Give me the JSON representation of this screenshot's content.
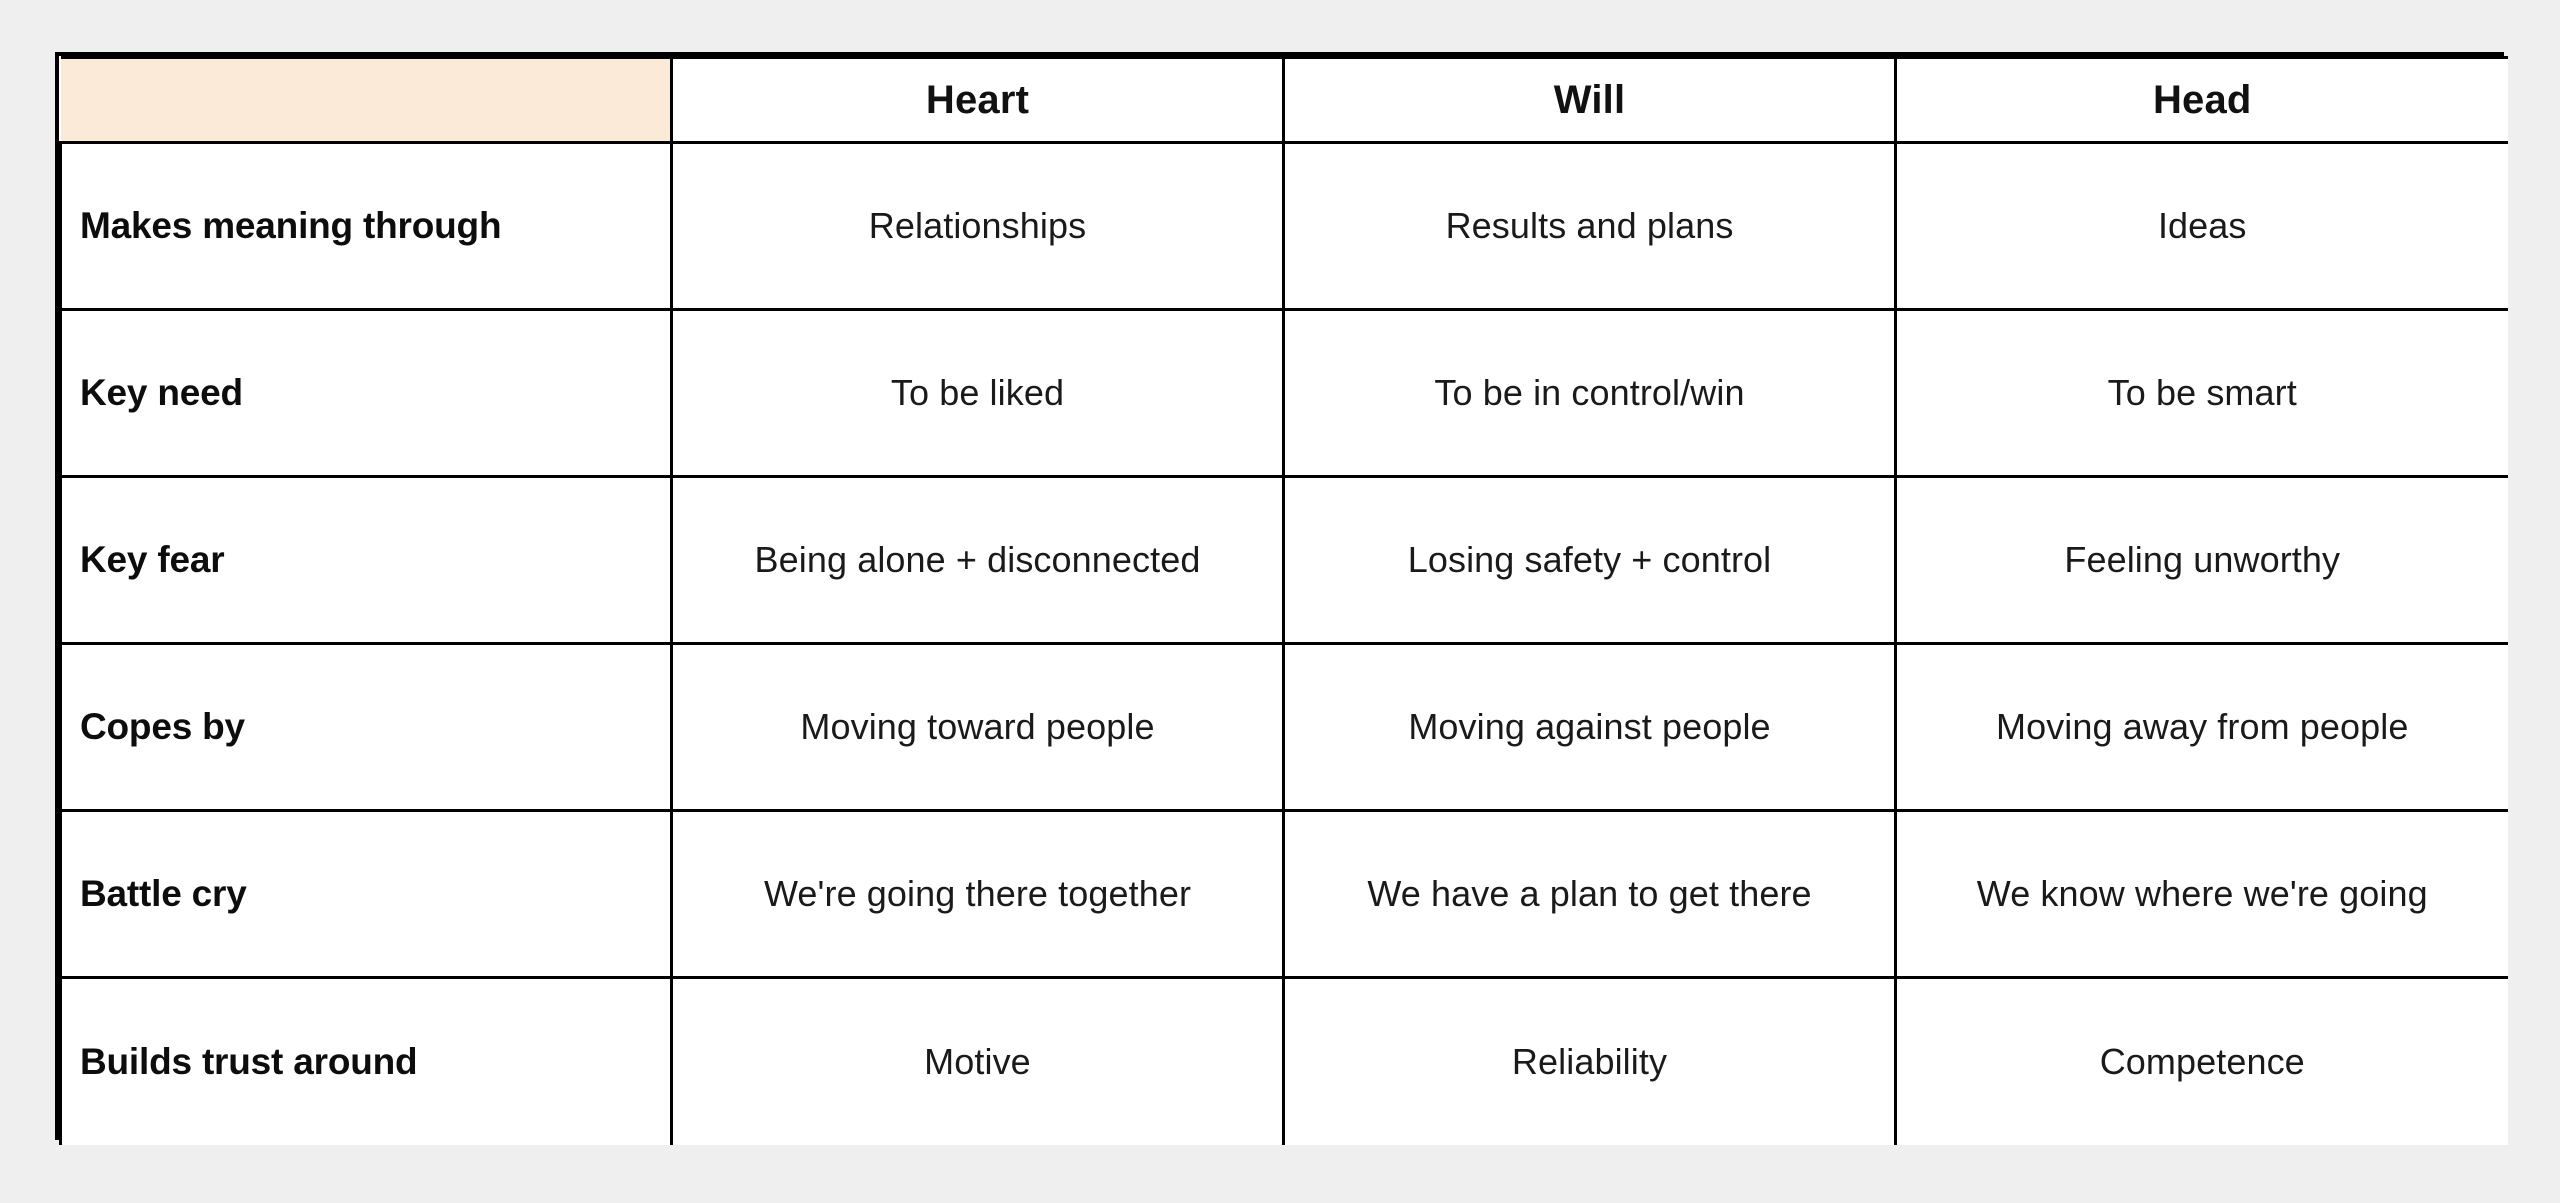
{
  "theme": {
    "page_background": "#efefef",
    "table_background": "#ffffff",
    "header_background": "#fbead7",
    "border_color": "#000000",
    "text_color": "#111111"
  },
  "table": {
    "corner_label": "",
    "columns": [
      "Heart",
      "Will",
      "Head"
    ],
    "rows": [
      {
        "label": "Makes meaning through",
        "cells": [
          "Relationships",
          "Results and plans",
          "Ideas"
        ]
      },
      {
        "label": "Key need",
        "cells": [
          "To be liked",
          "To be in control/win",
          "To be smart"
        ]
      },
      {
        "label": "Key fear",
        "cells": [
          "Being alone + disconnected",
          "Losing safety + control",
          "Feeling unworthy"
        ]
      },
      {
        "label": "Copes by",
        "cells": [
          "Moving toward people",
          "Moving against people",
          "Moving away from people"
        ]
      },
      {
        "label": "Battle cry",
        "cells": [
          "We're going there together",
          "We have a plan to get there",
          "We know where we're going"
        ]
      },
      {
        "label": "Builds trust around",
        "cells": [
          "Motive",
          "Reliability",
          "Competence"
        ]
      }
    ]
  }
}
